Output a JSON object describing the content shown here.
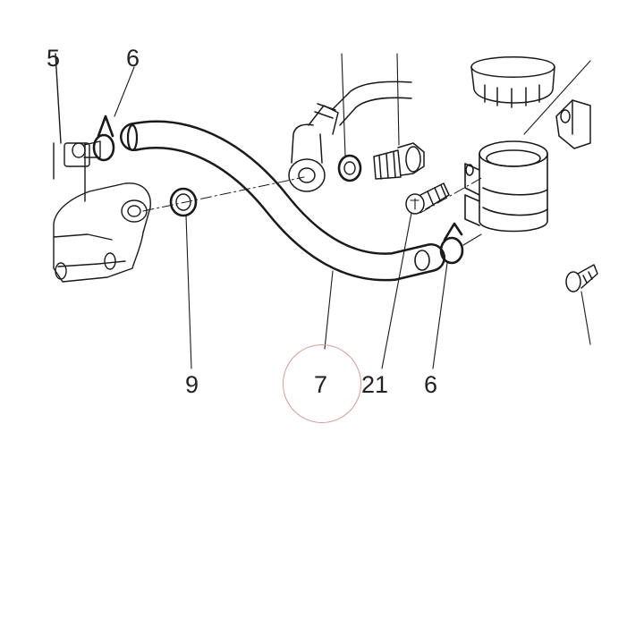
{
  "callouts": {
    "part_9": "9",
    "part_7": "7",
    "part_21": "21",
    "part_6_bottom": "6",
    "part_6_top": "6",
    "part_5_partial": "5"
  },
  "colors": {
    "line": "#1a1a1a",
    "highlight_circle": "#d99a9a",
    "background": "#ffffff"
  }
}
